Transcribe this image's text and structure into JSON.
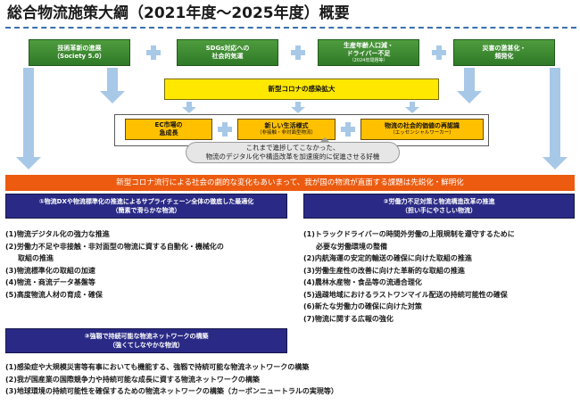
{
  "title": "総合物流施策大綱（2021年度～2025年度）概要",
  "diagram": {
    "top_boxes": [
      {
        "line1": "技術革新の進展",
        "line2": "（Society 5.0）",
        "sub": ""
      },
      {
        "line1": "SDGs対応への",
        "line2": "社会的気運",
        "sub": ""
      },
      {
        "line1": "生産年齢人口減・",
        "line2": "ドライバー不足",
        "sub": "（2024年問題等）"
      },
      {
        "line1": "災害の激甚化・",
        "line2": "頻発化",
        "sub": ""
      }
    ],
    "covid_box": "新型コロナの感染拡大",
    "middle_boxes": [
      {
        "line1": "EC市場の",
        "line2": "急成長",
        "sub": ""
      },
      {
        "line1": "新しい生活様式",
        "line2": "",
        "sub": "（非接触・非対面型物流）"
      },
      {
        "line1": "物流の社会的価値の再認識",
        "line2": "",
        "sub": "（エッセンシャルワーカー）"
      }
    ],
    "speech": {
      "line1": "これまで進捗してこなかった、",
      "line2": "物流のデジタル化や構造改革を加速度的に促進させる好機"
    }
  },
  "banner": "新型コロナ流行による社会の劇的な変化もあいまって、我が国の物流が直面する課題は先鋭化・鮮明化",
  "sections": {
    "s1": {
      "line1": "①物流DXや物流標準化の推進によるサプライチェーン全体の徹底した最適化",
      "line2": "（簡素で滑らかな物流）",
      "items": [
        "(1)物流デジタル化の強力な推進",
        "(2)労働力不足や非接触・非対面型の物流に資する自動化・機械化の",
        "取組の推進",
        "(3)物流標準化の取組の加速",
        "(4)物流・商流データ基盤等",
        "(5)高度物流人材の育成・確保"
      ]
    },
    "s2": {
      "line1": "②労働力不足対策と物流構造改革の推進",
      "line2": "（担い手にやさしい物流）",
      "items": [
        "(1)トラックドライバーの時間外労働の上限規制を遵守するために",
        "必要な労働環境の整備",
        "(2)内航海運の安定的輸送の確保に向けた取組の推進",
        "(3)労働生産性の改善に向けた革新的な取組の推進",
        "(4)農林水産物・食品等の流通合理化",
        "(5)過疎地域におけるラストワンマイル配送の持続可能性の確保",
        "(6)新たな労働力の確保に向けた対策",
        "(7)物流に関する広報の強化"
      ]
    },
    "s3": {
      "line1": "③強靱で持続可能な物流ネットワークの構築",
      "line2": "（強くてしなやかな物流）",
      "items": [
        "(1)感染症や大規模災害等有事においても機能する、強靱で持続可能な物流ネットワークの構築",
        "(2)我が国産業の国際競争力や持続可能な成長に資する物流ネットワークの構築",
        "(3)地球環境の持続可能性を確保するための物流ネットワークの構築（カーボンニュートラルの実現等）"
      ]
    }
  },
  "colors": {
    "green": "#3a8a2f",
    "yellow": "#ffe800",
    "orange": "#ffc000",
    "banner": "#ec5b0f",
    "navy": "#2a2a86",
    "arrow": "#a8c8e8"
  }
}
